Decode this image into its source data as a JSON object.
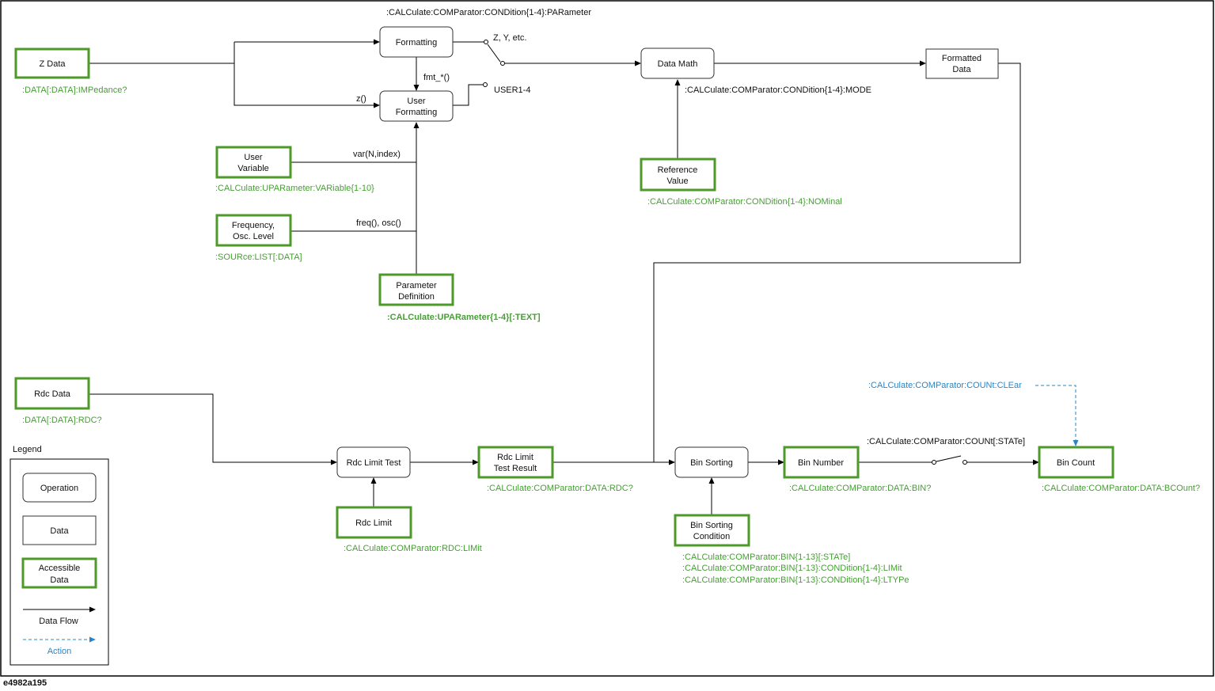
{
  "nodes": {
    "z_data": "Z Data",
    "formatting": "Formatting",
    "user_formatting": [
      "User",
      "Formatting"
    ],
    "data_math": "Data Math",
    "formatted_data": [
      "Formatted",
      "Data"
    ],
    "user_variable": [
      "User",
      "Variable"
    ],
    "freq_osc": [
      "Frequency,",
      "Osc. Level"
    ],
    "parameter_definition": [
      "Parameter",
      "Definition"
    ],
    "reference_value": [
      "Reference",
      "Value"
    ],
    "rdc_data": "Rdc Data",
    "rdc_limit_test": "Rdc Limit Test",
    "rdc_limit_test_result": [
      "Rdc Limit",
      "Test Result"
    ],
    "rdc_limit": "Rdc Limit",
    "bin_sorting": "Bin Sorting",
    "bin_sorting_condition": [
      "Bin Sorting",
      "Condition"
    ],
    "bin_number": "Bin Number",
    "bin_count": "Bin Count"
  },
  "flow_labels": {
    "zye": "Z, Y, etc.",
    "fmt": "fmt_*()",
    "z": "z()",
    "user14": "USER1-4",
    "var": "var(N,index)",
    "freq": "freq(), osc()"
  },
  "commands": {
    "parameter": ":CALCulate:COMParator:CONDition{1-4}:PARameter",
    "impedance": ":DATA[:DATA]:IMPedance?",
    "mode": ":CALCulate:COMParator:CONDition{1-4}:MODE",
    "upar_var": ":CALCulate:UPARameter:VARiable{1-10}",
    "source_list": ":SOURce:LIST[:DATA]",
    "upar_text": ":CALCulate:UPARameter{1-4}[:TEXT]",
    "nominal": ":CALCulate:COMParator:CONDition{1-4}:NOMinal",
    "count_clear": ":CALCulate:COMParator:COUNt:CLEar",
    "rdc": ":DATA[:DATA]:RDC?",
    "count_state": ":CALCulate:COMParator:COUNt[:STATe]",
    "data_rdc": ":CALCulate:COMParator:DATA:RDC?",
    "data_bin": ":CALCulate:COMParator:DATA:BIN?",
    "data_bcount": ":CALCulate:COMParator:DATA:BCOunt?",
    "rdc_limit": ":CALCulate:COMParator:RDC:LIMit",
    "bin_state": ":CALCulate:COMParator:BIN{1-13}[:STATe]",
    "bin_limit": ":CALCulate:COMParator:BIN{1-13}:CONDition{1-4}:LIMit",
    "bin_ltype": ":CALCulate:COMParator:BIN{1-13}:CONDition{1-4}:LTYPe"
  },
  "legend": {
    "title": "Legend",
    "operation": "Operation",
    "data": "Data",
    "accessible_data": [
      "Accessible",
      "Data"
    ],
    "data_flow": "Data Flow",
    "action": "Action"
  },
  "colors": {
    "accessible_border": "#4c9a2a",
    "command_text": "#44a032",
    "action": "#2a84c6"
  },
  "figure_id": "e4982a195"
}
